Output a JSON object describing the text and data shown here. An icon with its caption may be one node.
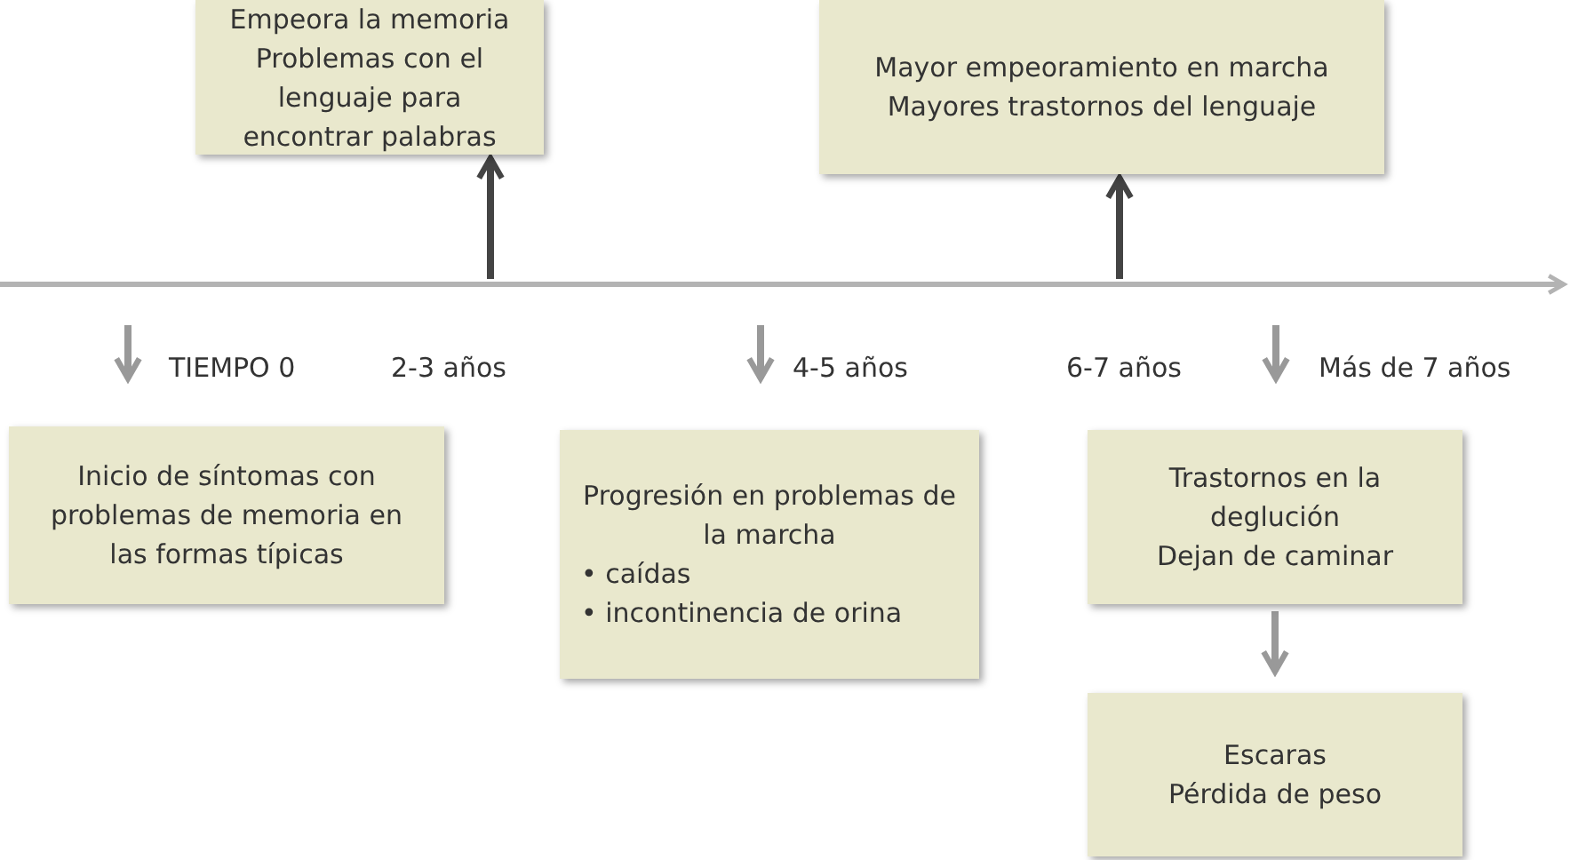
{
  "diagram": {
    "nodes": [
      {
        "text": [
          "Empeora la memoria",
          "Problemas con el lenguaje para encontrar palabras"
        ]
      },
      {
        "text": [
          "Mayor empeoramiento en marcha",
          "Mayores trastornos del lenguaje"
        ]
      },
      {
        "text": [
          "Inicio de síntomas con problemas de memoria en las formas típicas"
        ]
      },
      {
        "text": [
          "Progresión en problemas de la marcha",
          "• caídas",
          "• incontinencia de orina"
        ]
      },
      {
        "text": [
          "Trastornos en la deglución",
          "Dejan de caminar"
        ]
      },
      {
        "text": [
          "Escaras",
          "Pérdida de peso"
        ]
      }
    ],
    "edges": [
      {
        "from": null,
        "to": 0,
        "arrow": "to"
      },
      {
        "from": null,
        "to": 1,
        "arrow": "to"
      },
      {
        "from": null,
        "to": 2,
        "arrow": "to"
      },
      {
        "from": null,
        "to": 3,
        "arrow": "to"
      },
      {
        "from": null,
        "to": 4,
        "arrow": "to"
      },
      {
        "from": 4,
        "to": 5,
        "arrow": "to"
      }
    ],
    "labels": [
      "TIEMPO 0",
      "2-3 años",
      "4-5 años",
      "6-7 años",
      "Más de 7 años"
    ]
  }
}
